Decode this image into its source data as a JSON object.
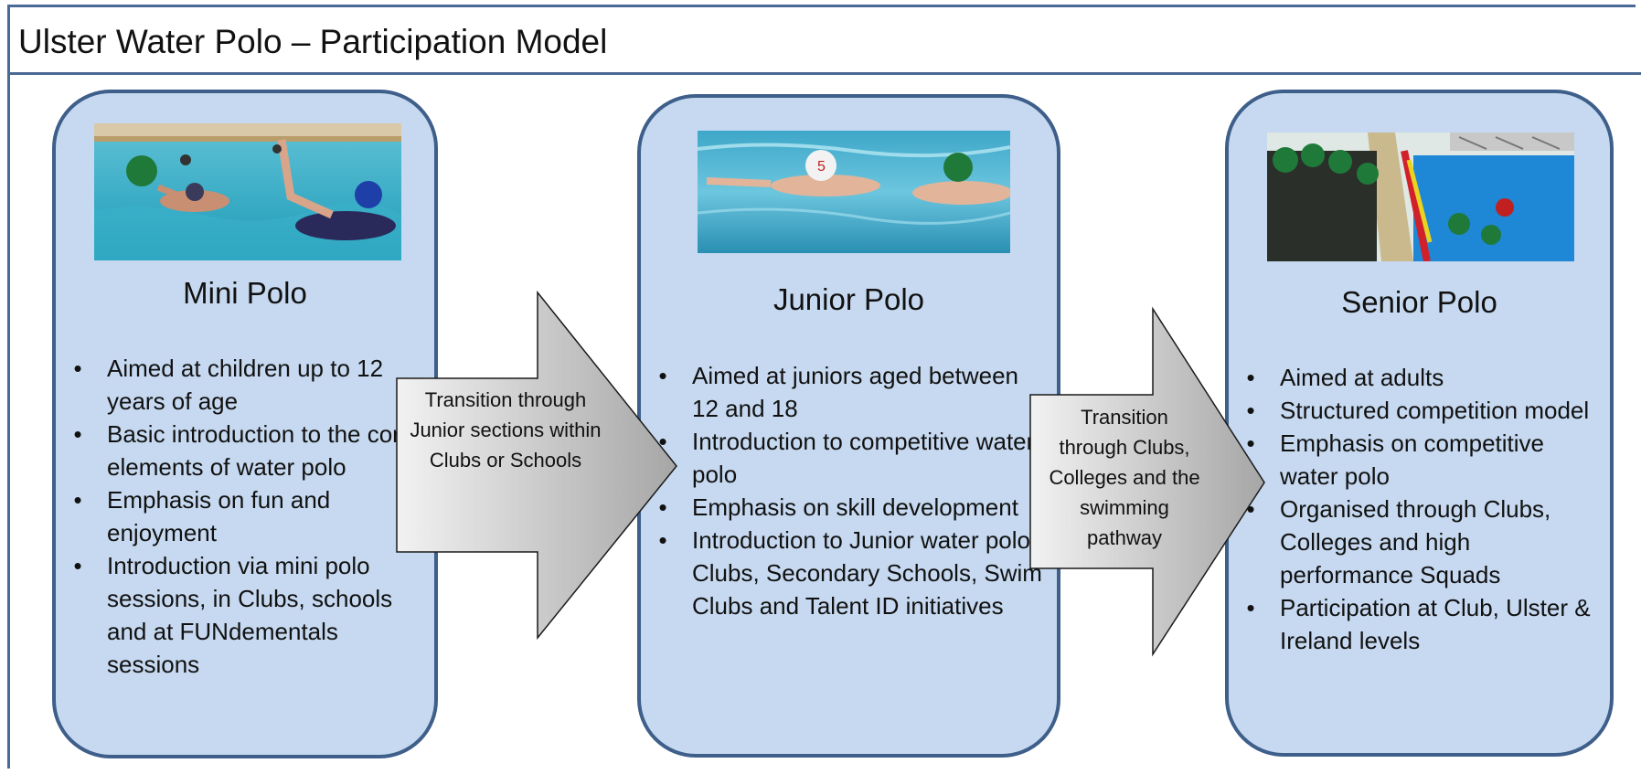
{
  "title": "Ulster Water Polo – Participation Model",
  "stages": [
    {
      "name": "Mini Polo",
      "photo": "mini-polo-photo",
      "bullets": [
        "Aimed at children up to 12 years of age",
        "Basic introduction to the core elements of water polo",
        "Emphasis on fun and enjoyment",
        "Introduction via mini polo sessions, in Clubs, schools and at FUNdementals sessions"
      ]
    },
    {
      "name": "Junior Polo",
      "photo": "junior-polo-photo",
      "bullets": [
        "Aimed at juniors aged between 12 and 18",
        "Introduction to competitive water polo",
        "Emphasis on skill development",
        "Introduction to Junior water polo Clubs, Secondary Schools, Swim Clubs and Talent ID initiatives"
      ]
    },
    {
      "name": "Senior Polo",
      "photo": "senior-polo-photo",
      "bullets": [
        "Aimed at adults",
        "Structured competition model",
        "Emphasis on competitive water polo",
        "Organised through Clubs, Colleges and high performance Squads",
        "Participation at Club, Ulster & Ireland levels"
      ]
    }
  ],
  "transitions": [
    "Transition through Junior sections within Clubs or Schools",
    "Transition through Clubs, Colleges and the swimming pathway"
  ],
  "colors": {
    "frame": "#4a6994",
    "card_fill": "#c6d9f0",
    "card_border": "#3e5f8a",
    "arrow_light": "#f2f2f2",
    "arrow_dark": "#a6a6a6"
  }
}
